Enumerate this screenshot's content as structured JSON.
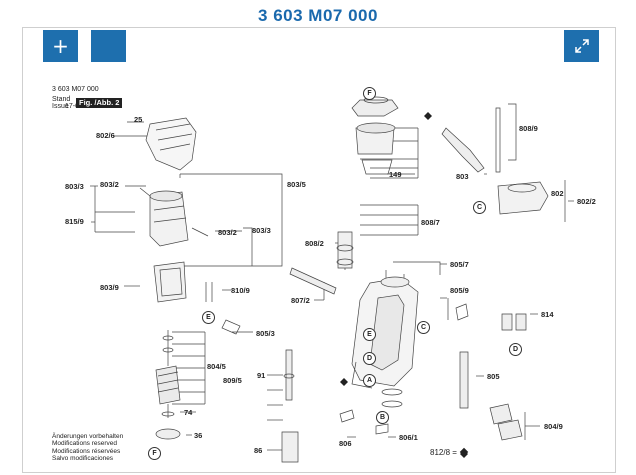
{
  "title": "3 603 M07 000",
  "toolbar": {
    "zoom_in_label": "+",
    "expand_icon": "expand-arrows-icon"
  },
  "sheet": {
    "number": "3 603 M07 000",
    "stand_label": "Stand",
    "issue_label": "Issue",
    "issue_date": "17-05-16",
    "figure_tag": "Fig. /Abb. 2"
  },
  "footnote": {
    "line1": "Änderungen vorbehalten",
    "line2": "Modifications reserved",
    "line3": "Modifications réservées",
    "line4": "Salvo modificaciones"
  },
  "sheet_ref": "812/8 =",
  "part_labels": {
    "p25": "25",
    "p802_6": "802/6",
    "p803_3a": "803/3",
    "p803_2a": "803/2",
    "p803_5": "803/5",
    "p815_9": "815/9",
    "p803_2b": "803/2",
    "p803_3b": "803/3",
    "p803_9": "803/9",
    "p810_9": "810/9",
    "p805_3": "805/3",
    "p804_5": "804/5",
    "p91": "91",
    "p809_5": "809/5",
    "p74": "74",
    "p36": "36",
    "p86": "86",
    "p806": "806",
    "p806_1": "806/1",
    "p808_9": "808/9",
    "p803": "803",
    "p149": "149",
    "p802": "802",
    "p802_2": "802/2",
    "p808_7": "808/7",
    "p808_2": "808/2",
    "p805_7": "805/7",
    "p807_2": "807/2",
    "p805_9": "805/9",
    "p814": "814",
    "p805": "805",
    "p804_9": "804/9"
  },
  "circle_letters": {
    "F_top": "F",
    "C_right": "C",
    "E_left": "E",
    "C_mid": "C",
    "E_mid": "E",
    "D_mid": "D",
    "D_right": "D",
    "A": "A",
    "B": "B",
    "F_bottom": "F"
  }
}
